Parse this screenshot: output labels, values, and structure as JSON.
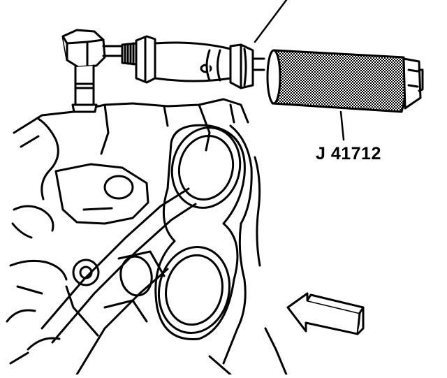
{
  "diagram": {
    "tool_label": "J 41712",
    "ink_color": "#000000",
    "paper_color": "#ffffff",
    "parts": [
      "fuel-line-fitting",
      "adapter-fitting",
      "tool-body",
      "gasket-surface",
      "direction-arrow"
    ]
  }
}
